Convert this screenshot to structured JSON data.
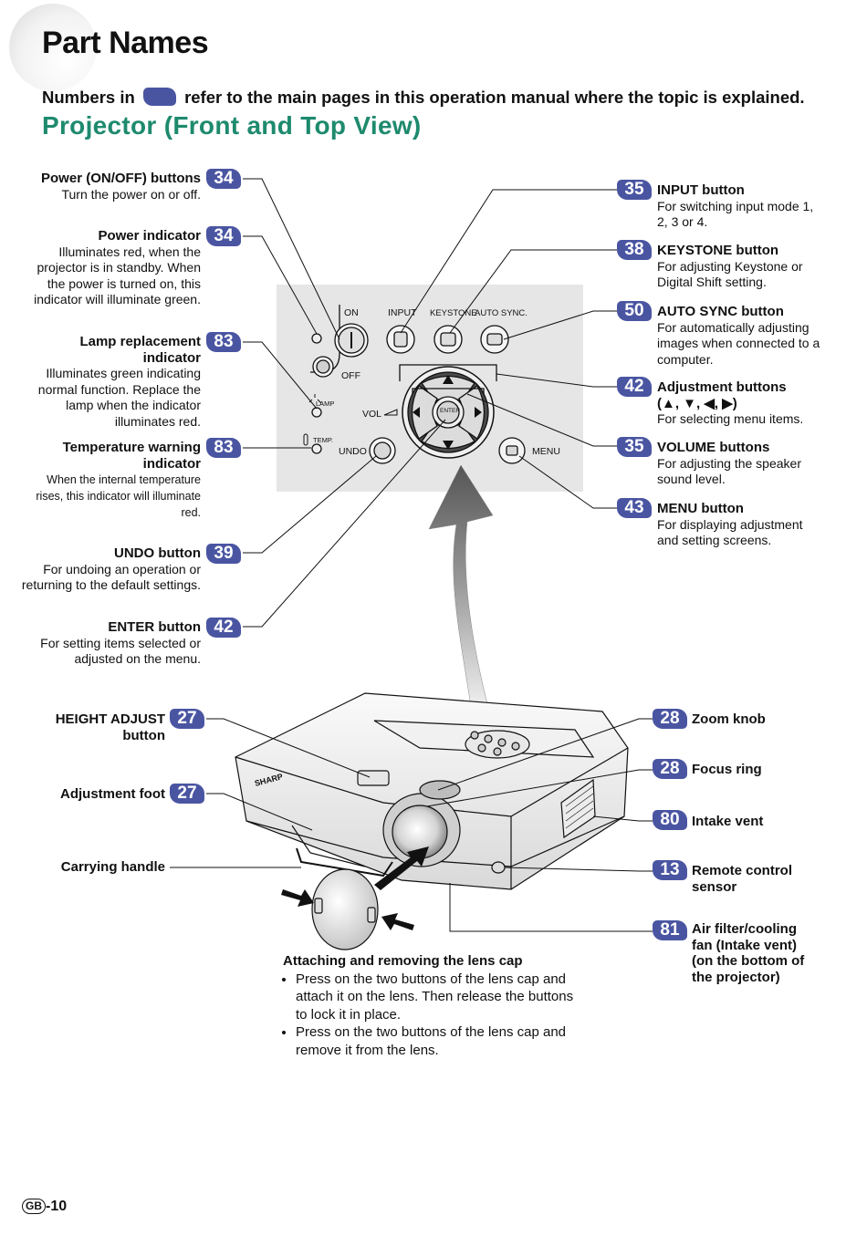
{
  "header": {
    "title": "Part Names",
    "intro_before": "Numbers in",
    "intro_after": "refer to the main pages in this operation manual where the topic is explained.",
    "section": "Projector (Front and Top View)"
  },
  "left_items": [
    {
      "page": "34",
      "title": "Power (ON/OFF) buttons",
      "desc": "Turn the power on or off."
    },
    {
      "page": "34",
      "title": "Power indicator",
      "desc": "Illuminates red, when the projector is in standby. When the power is turned on, this indicator will illuminate green."
    },
    {
      "page": "83",
      "title": "Lamp replacement indicator",
      "desc": "Illuminates green indicating normal function. Replace the lamp when the indicator illuminates red."
    },
    {
      "page": "83",
      "title": "Temperature warning indicator",
      "desc": "When the internal temperature rises, this indicator will illuminate red."
    },
    {
      "page": "39",
      "title": "UNDO button",
      "desc": "For undoing an operation or returning to the default settings."
    },
    {
      "page": "42",
      "title": "ENTER button",
      "desc": "For setting items selected or adjusted on the menu."
    }
  ],
  "right_items": [
    {
      "page": "35",
      "title": "INPUT button",
      "desc": "For switching input mode 1, 2, 3 or 4."
    },
    {
      "page": "38",
      "title": "KEYSTONE button",
      "desc": "For adjusting Keystone or Digital Shift setting."
    },
    {
      "page": "50",
      "title": "AUTO SYNC button",
      "desc": "For automatically adjusting images when connected to a computer."
    },
    {
      "page": "42",
      "title": "Adjustment buttons",
      "title2": "(▲, ▼, ◀, ▶)",
      "desc": "For selecting menu items."
    },
    {
      "page": "35",
      "title": "VOLUME buttons",
      "desc": "For adjusting the speaker sound level."
    },
    {
      "page": "43",
      "title": "MENU button",
      "desc": "For displaying adjustment and setting screens."
    }
  ],
  "panel_labels": {
    "on": "ON",
    "off": "OFF",
    "input": "INPUT",
    "keystone": "KEYSTONE",
    "auto_sync": "AUTO SYNC.",
    "lamp": "LAMP",
    "temp": "TEMP.",
    "vol": "VOL",
    "undo": "UNDO",
    "menu": "MENU",
    "enter": "ENTER"
  },
  "bottom_left": [
    {
      "page": "27",
      "title": "HEIGHT ADJUST",
      "title2": "button"
    },
    {
      "page": "27",
      "title": "Adjustment foot"
    },
    {
      "page": "",
      "title": "Carrying handle"
    }
  ],
  "bottom_right": [
    {
      "page": "28",
      "title": "Zoom knob"
    },
    {
      "page": "28",
      "title": "Focus ring"
    },
    {
      "page": "80",
      "title": "Intake vent"
    },
    {
      "page": "13",
      "title": "Remote control sensor"
    },
    {
      "page": "81",
      "title": "Air filter/cooling fan (Intake vent) (on the bottom of the projector)"
    }
  ],
  "lens_cap_note": {
    "title": "Attaching and removing the lens cap",
    "bullets": [
      "Press on the two buttons of the lens cap and attach it on the lens. Then release the buttons to lock it in place.",
      "Press on the two buttons of the lens cap and remove it from the lens."
    ]
  },
  "brand": "SHARP",
  "footer": {
    "region": "GB",
    "page": "-10"
  },
  "colors": {
    "badge": "#4a55a2",
    "section": "#1e8a6e",
    "panel": "#e6e6e6"
  }
}
